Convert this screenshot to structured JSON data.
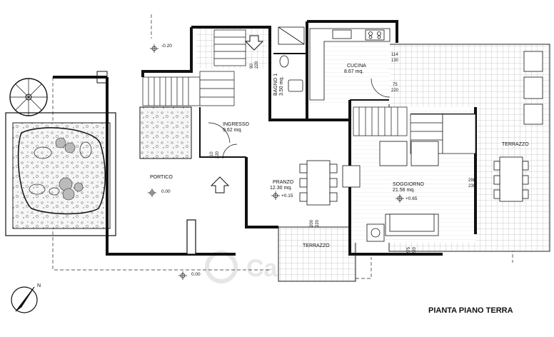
{
  "title": "PIANTA PIANO TERRA",
  "watermark": "Casa",
  "north": "N",
  "rooms": {
    "cucina": {
      "name": "CUCINA",
      "area": "8.67 mq."
    },
    "ingresso": {
      "name": "INGRESSO",
      "area": "9.62 mq."
    },
    "bagno": {
      "name": "BAGNO 1",
      "area": "3.50 mq."
    },
    "pranzo": {
      "name": "PRANZO",
      "area": "12.30 mq."
    },
    "soggiorno": {
      "name": "SOGGIORNO",
      "area": "21.56 mq."
    },
    "portico": {
      "name": "PORTICO"
    },
    "terrazzo_right": {
      "name": "TERRAZZO"
    },
    "terrazzo_bottom": {
      "name": "TERRAZZO"
    }
  },
  "levels": {
    "top_left": "-0.20",
    "portico": "0.00",
    "outside": "0.00",
    "pranzo": "+0.15",
    "soggiorno": "+0.65"
  },
  "dimensions": {
    "bagno_door": [
      "90",
      "220"
    ],
    "kitchen_right": [
      "114",
      "130"
    ],
    "kitchen_door": [
      "75",
      "220"
    ],
    "ingresso_door": [
      "110",
      "220"
    ],
    "soggiorno_right": [
      "298",
      "230"
    ],
    "pranzo_bottom": [
      "200",
      "220"
    ],
    "soggiorno_bottom": [
      "275",
      "220"
    ]
  }
}
